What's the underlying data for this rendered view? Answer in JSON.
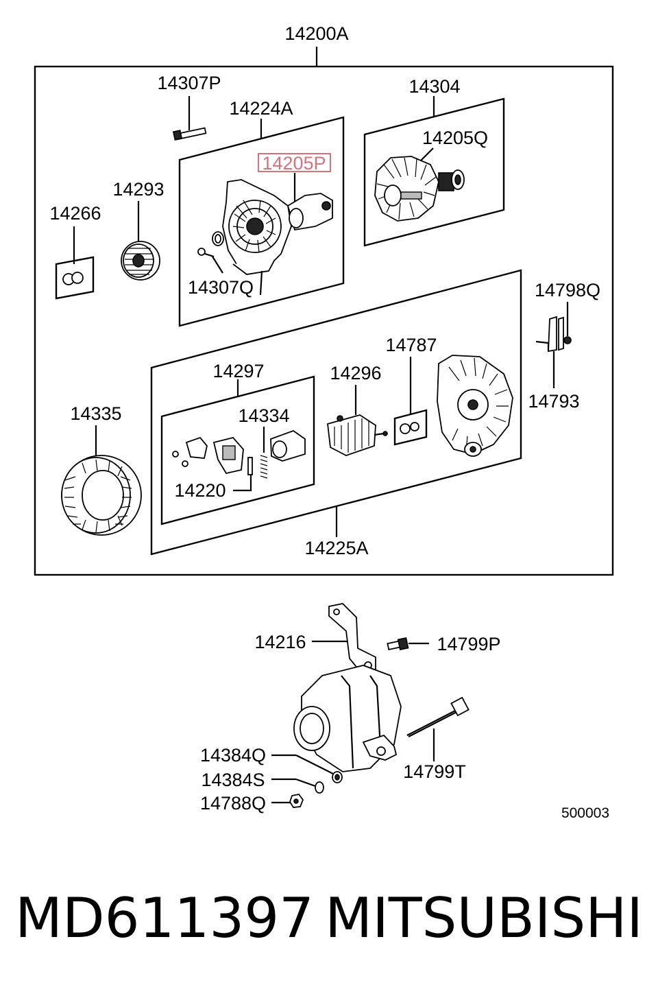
{
  "labels": {
    "assembly": "14200A",
    "bolt_14307p": "14307P",
    "front_bracket": "14224A",
    "highlighted_part": "14205P",
    "rotor": "14304",
    "bearing_14205q": "14205Q",
    "pulley": "14293",
    "nut_14266": "14266",
    "screw_14307q": "14307Q",
    "nut_14798q": "14798Q",
    "terminal_14793": "14793",
    "rear_bracket": "14225A",
    "regulator": "14297",
    "brush": "14334",
    "brush_spring": "14220",
    "stator": "14335",
    "rectifier": "14296",
    "insulator_14787": "14787",
    "brace": "14216",
    "bolt_14799p": "14799P",
    "bolt_14799t": "14799T",
    "washer_14384q": "14384Q",
    "washer_14384s": "14384S",
    "nut_14788q": "14788Q",
    "diagram_code": "500003"
  },
  "footer": {
    "part_number": "MD611397",
    "brand": "MITSUBISHI"
  },
  "colors": {
    "highlight": "#d9717b",
    "line": "#000000",
    "background": "#ffffff"
  }
}
